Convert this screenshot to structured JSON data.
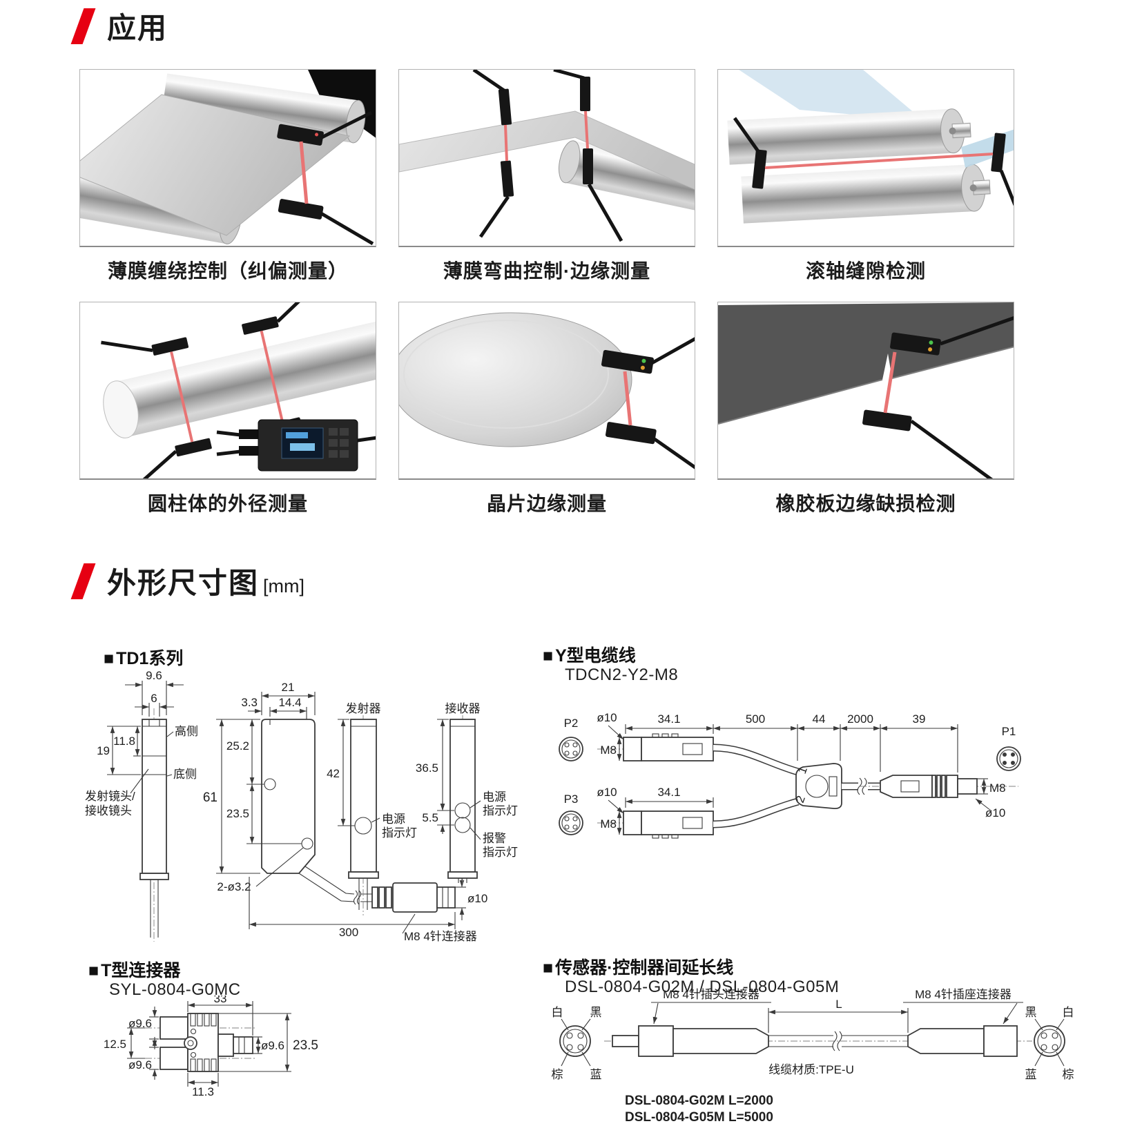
{
  "colors": {
    "accent": "#e60012",
    "beam": "#e87474",
    "line": "#3a3a3a"
  },
  "applications": {
    "title": "应用",
    "items": [
      {
        "caption": "薄膜缠绕控制（纠偏测量）"
      },
      {
        "caption": "薄膜弯曲控制·边缘测量"
      },
      {
        "caption": "滚轴缝隙检测"
      },
      {
        "caption": "圆柱体的外径测量"
      },
      {
        "caption": "晶片边缘测量"
      },
      {
        "caption": "橡胶板边缘缺损检测"
      }
    ]
  },
  "dimensions": {
    "title": "外形尺寸图",
    "unit": "[mm]",
    "bullet": "■",
    "td1": {
      "heading": "TD1系列",
      "side": {
        "w": "9.6",
        "w_inner": "6",
        "h1": "11.8",
        "h2": "19",
        "high": "高侧",
        "low": "底侧",
        "lens1": "发射镜头/",
        "lens2": "接收镜头"
      },
      "front": {
        "w": "21",
        "off1": "3.3",
        "off2": "14.4",
        "h": "61",
        "ha": "25.2",
        "hb": "23.5",
        "holes": "2-ø3.2",
        "cable_len": "300",
        "connector": "M8 4针连接器",
        "dia": "ø10"
      },
      "emitter": {
        "title": "发射器",
        "h": "42",
        "led_a": "电源",
        "led_b": "指示灯"
      },
      "receiver": {
        "title": "接收器",
        "h": "36.5",
        "gap": "5.5",
        "led1_a": "电源",
        "led1_b": "指示灯",
        "led2_a": "报警",
        "led2_b": "指示灯"
      }
    },
    "ycable": {
      "heading": "Y型电缆线",
      "model": "TDCN2-Y2-M8",
      "p1": "P1",
      "p2": "P2",
      "p3": "P3",
      "dia": "ø10",
      "m8": "M8",
      "len_conn": "34.1",
      "len_a": "500",
      "len_b": "44",
      "len_c": "2000",
      "len_d": "39",
      "jct1": "1",
      "jct2": "2"
    },
    "tconn": {
      "heading": "T型连接器",
      "model": "SYL-0804-G0MC",
      "w": "33",
      "dia": "ø9.6",
      "pitch": "12.5",
      "w2": "11.3",
      "h": "23.5"
    },
    "ext": {
      "heading": "传感器·控制器间延长线",
      "model": "DSL-0804-G02M / DSL-0804-G05M",
      "plug": "M8 4针插头连接器",
      "len": "L",
      "socket": "M8 4针插座连接器",
      "material": "线缆材质:TPE-U",
      "left_pins": {
        "tl": "白",
        "tr": "黑",
        "bl": "棕",
        "br": "蓝"
      },
      "right_pins": {
        "tl": "黑",
        "tr": "白",
        "bl": "蓝",
        "br": "棕"
      },
      "models": [
        "DSL-0804-G02M  L=2000",
        "DSL-0804-G05M  L=5000"
      ]
    }
  }
}
